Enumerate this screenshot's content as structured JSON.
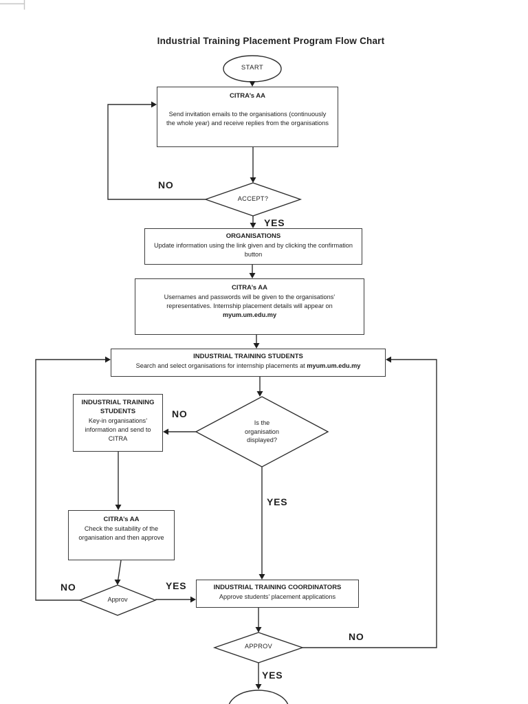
{
  "page": {
    "title": "Industrial Training Placement Program Flow Chart"
  },
  "nodes": {
    "start": {
      "label": "START"
    },
    "citra_invite": {
      "title": "CITRA’s AA",
      "body": "Send invitation emails to the organisations (continuously the whole year) and receive replies from the organisations"
    },
    "accept_decision": {
      "label": "ACCEPT?"
    },
    "organisations": {
      "title": "ORGANISATIONS",
      "body": "Update information using the link given and by clicking the confirmation button"
    },
    "citra_accounts": {
      "title": "CITRA’s AA",
      "body_text": "Usernames and passwords will be given to the organisations’ representatives. Internship placement details will appear on ",
      "body_bold": "myum.um.edu.my"
    },
    "students_search": {
      "title": "INDUSTRIAL TRAINING STUDENTS",
      "body_text": "Search and select organisations for internship placements at ",
      "body_bold": "myum.um.edu.my"
    },
    "displayed_decision": {
      "label": "Is the organisation displayed?"
    },
    "students_keyin": {
      "title": "INDUSTRIAL TRAINING STUDENTS",
      "body": "Key-in organisations’ information and send to CITRA"
    },
    "citra_check": {
      "title": "CITRA’s AA",
      "body": "Check the suitability of the organisation and then approve"
    },
    "approve_decision_left": {
      "label": "Approv"
    },
    "coordinators": {
      "title": "INDUSTRIAL TRAINING COORDINATORS",
      "body": "Approve students’ placement applications"
    },
    "approve_decision_bottom": {
      "label": "APPROV"
    }
  },
  "edge_labels": {
    "accept_no": "NO",
    "accept_yes": "YES",
    "displayed_no": "NO",
    "displayed_yes": "YES",
    "approve_left_no": "NO",
    "approve_left_yes": "YES",
    "approve_bottom_no": "NO",
    "approve_bottom_yes": "YES"
  },
  "colors": {
    "line": "#2e2e2e",
    "border": "#3b3b3b",
    "text": "#1f1f1f",
    "background": "#ffffff"
  }
}
